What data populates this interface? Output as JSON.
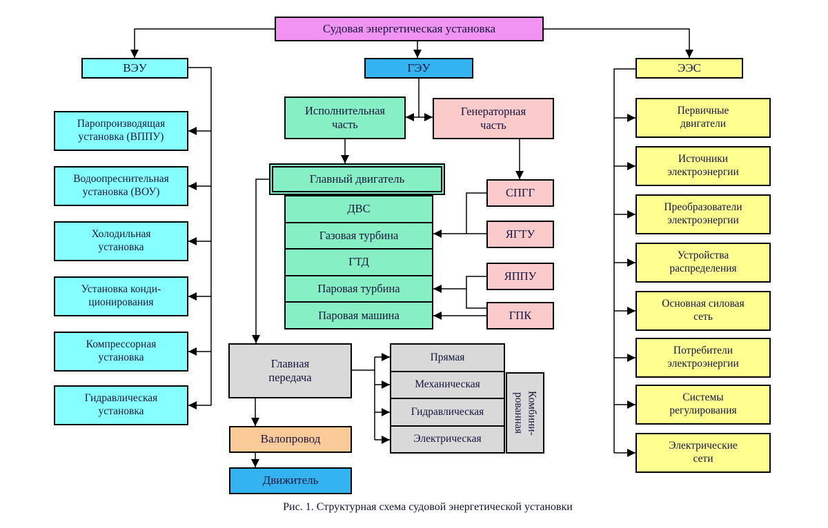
{
  "title": "Судовая энергетическая установка",
  "caption": "Рис. 1. Структурная схема судовой энергетической установки",
  "palette": {
    "violet": "#f193f1",
    "cyan": "#85ffff",
    "blue": "#33b3ef",
    "yellow": "#ffff8f",
    "green": "#86efc3",
    "pink": "#fbcaca",
    "gray": "#d9d9d9",
    "orange": "#facb98",
    "line": "#000000",
    "text": "#14143c"
  },
  "veu": {
    "label": "ВЭУ",
    "items": [
      "Паропроизводящая\nустановка (ВППУ)",
      "Водоопреснительная\nустановка (ВОУ)",
      "Холодильная\nустановка",
      "Установка конди-\nционирования",
      "Компрессорная\nустановка",
      "Гидравлическая\nустановка"
    ]
  },
  "geu": {
    "label": "ГЭУ",
    "executive_part": "Исполнительная\nчасть",
    "generator_part": "Генераторная\nчасть",
    "main_engine": "Главный двигатель",
    "engine_types": [
      "ДВС",
      "Газовая турбина",
      "ГТД",
      "Паровая турбина",
      "Паровая машина"
    ],
    "generator_units": [
      "СПГГ",
      "ЯГТУ",
      "ЯППУ",
      "ГПК"
    ],
    "main_transmission": "Главная\nпередача",
    "transmission_types": [
      "Прямая",
      "Механическая",
      "Гидравлическая",
      "Электрическая"
    ],
    "combined_transmission": "Комбини-\nрованная",
    "shaft_line": "Валопровод",
    "propulsor": "Движитель"
  },
  "ees": {
    "label": "ЭЭС",
    "items": [
      "Первичные\nдвигатели",
      "Источники\nэлектроэнергии",
      "Преобразователи\nэлектроэнергии",
      "Устройства\nраспределения",
      "Основная силовая\nсеть",
      "Потребители\nэлектроэнергии",
      "Системы\nрегулирования",
      "Электрические\nсети"
    ]
  }
}
